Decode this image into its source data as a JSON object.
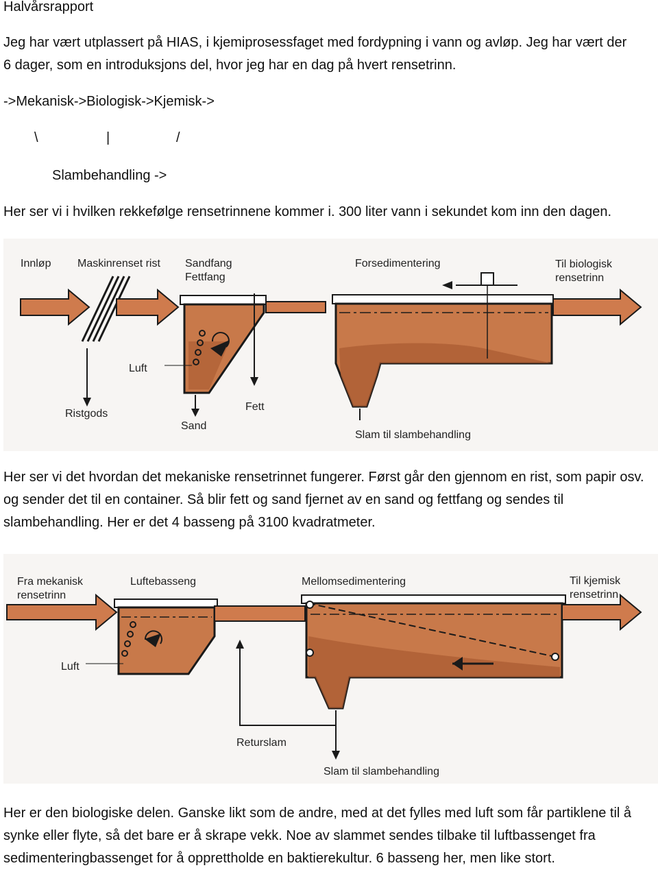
{
  "title": "Halvårsrapport",
  "intro_1": "Jeg har vært utplassert på HIAS, i kjemiprosessfaget med fordypning i vann og avløp. Jeg har vært der",
  "intro_2": "6 dager, som en introduksjons del, hvor jeg har en dag på hvert rensetrinn.",
  "flow": {
    "line": "->Mekanisk->Biologisk->Kjemisk->",
    "backslash": "\\",
    "pipe": "|",
    "slash": "/",
    "sludge": "Slambehandling ->"
  },
  "order_text": "Her ser vi i hvilken rekkefølge rensetrinnene kommer i. 300 liter vann i sekundet kom inn den dagen.",
  "figure1": {
    "innlop": "Innløp",
    "maskinrenset": "Maskinrenset rist",
    "sandfang": "Sandfang",
    "fettfang": "Fettfang",
    "forsedimentering": "Forsedimentering",
    "til_bio_1": "Til biologisk",
    "til_bio_2": "rensetrinn",
    "luft": "Luft",
    "ristgods": "Ristgods",
    "fett": "Fett",
    "sand": "Sand",
    "slam": "Slam til slambehandling"
  },
  "mech_text": "Her ser vi det hvordan det mekaniske rensetrinnet fungerer. Først går den gjennom en rist, som papir osv. og sender det til en container.  Så blir fett og sand fjernet av en sand og fettfang og sendes til slambehandling. Her er det 4 basseng på 3100 kvadratmeter.",
  "figure2": {
    "fra_mek_1": "Fra mekanisk",
    "fra_mek_2": "rensetrinn",
    "luftebasseng": "Luftebasseng",
    "mellomsed": "Mellomsedimentering",
    "til_kjem_1": "Til kjemisk",
    "til_kjem_2": "rensetrinn",
    "luft": "Luft",
    "returslam": "Returslam",
    "slam": "Slam til slambehandling"
  },
  "bio_text": "Her er den biologiske delen. Ganske likt som de andre, med at det fylles med luft som får partiklene til å synke eller flyte, så det bare er å skrape vekk. Noe av slammet sendes tilbake til luftbassenget fra sedimenteringbassenget for å opprettholde en baktierekultur.  6 basseng her, men like stort.",
  "colors": {
    "tank_fill": "#c8794a",
    "tank_dark": "#a85a30",
    "arrow": "#cf7b4d",
    "outline": "#1a1a1a",
    "background": "#ffffff"
  }
}
